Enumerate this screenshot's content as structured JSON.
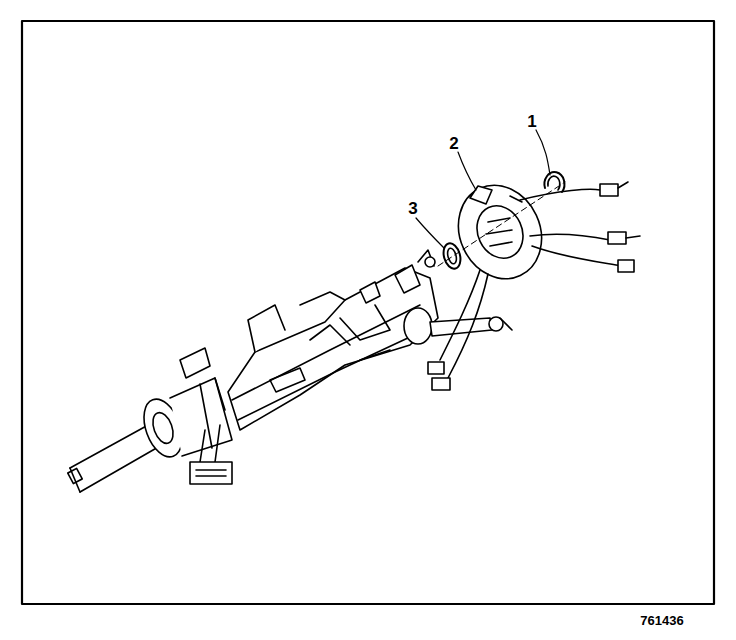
{
  "diagram": {
    "labels": [
      "1",
      "2",
      "3",
      "761436"
    ]
  }
}
